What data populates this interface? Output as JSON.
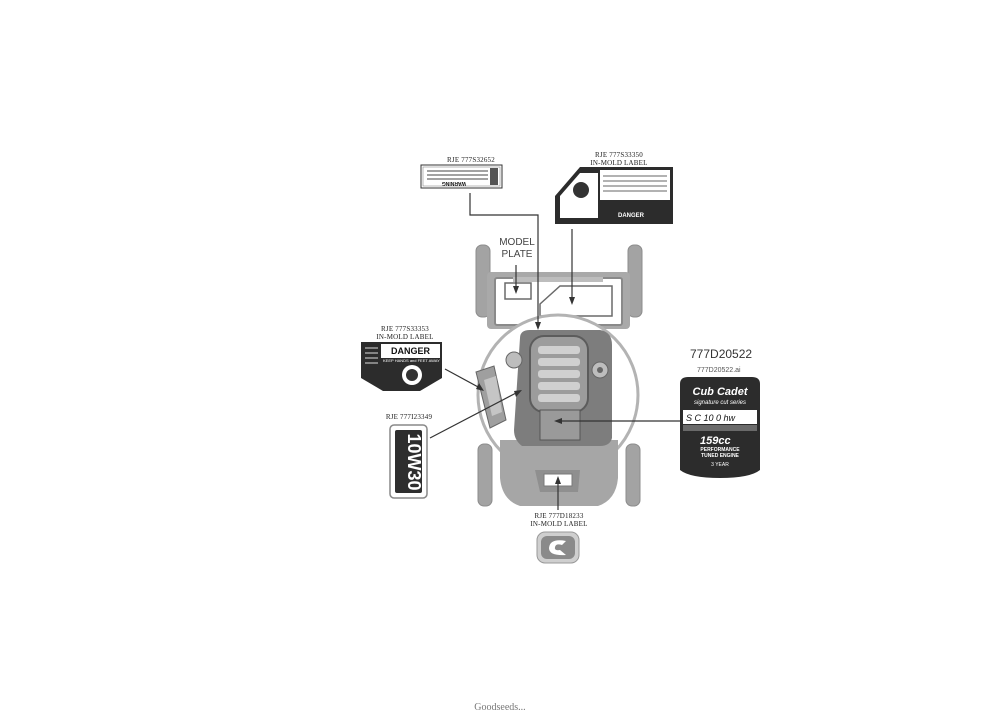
{
  "diagram": {
    "callouts": {
      "warning_label": {
        "lines": [
          "RJE 777S32652"
        ]
      },
      "danger_top": {
        "lines": [
          "RJE 777S33350",
          "IN-MOLD LABEL"
        ]
      },
      "danger_left": {
        "lines": [
          "RJE 777S33353",
          "IN-MOLD LABEL"
        ]
      },
      "oil_label": {
        "lines": [
          "RJE 777I23349"
        ]
      },
      "logo_label": {
        "lines": [
          "RJE 777D18233",
          "IN-MOLD LABEL"
        ]
      }
    },
    "model_plate": [
      "MODEL",
      "PLATE"
    ],
    "engine_decal": {
      "part_number": "777D20522",
      "file_name": "777D20522.ai",
      "brand": "Cub Cadet",
      "series": "signature cut series",
      "model": "S C 10 0 hw",
      "displacement": "159cc",
      "line1": "PERFORMANCE",
      "line2": "TUNED ENGINE",
      "warranty": "3 YEAR"
    },
    "label_texts": {
      "warning": "WARNING",
      "danger": "DANGER",
      "keep_hands": "KEEP HANDS and FEET AWAY",
      "oil": "10W30"
    },
    "footer": "Goodseeds..."
  },
  "colors": {
    "mower": "#9a9a9a",
    "mower_dark": "#6f6f6f",
    "label_dark": "#2c2c2c",
    "accent": "#d9d9d9"
  }
}
